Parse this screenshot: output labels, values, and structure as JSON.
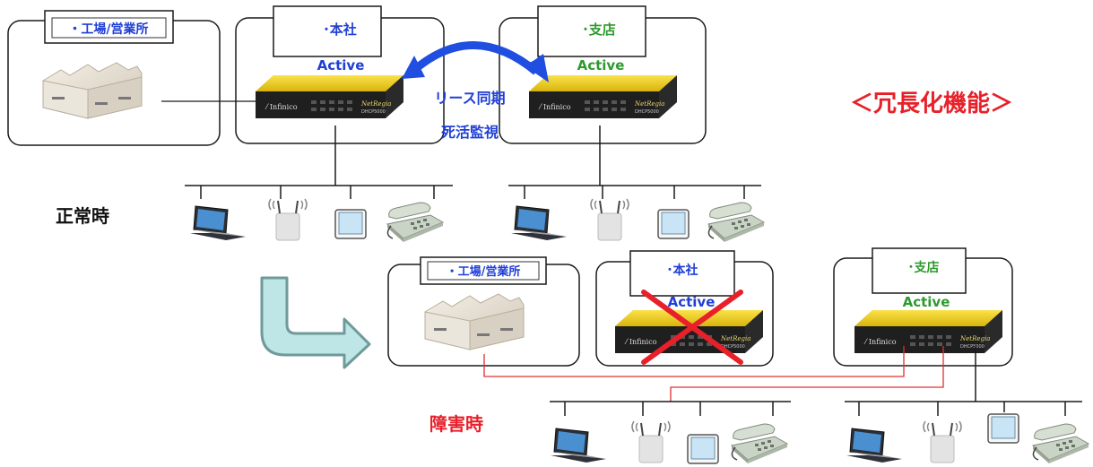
{
  "normal": {
    "state_label": "正常時",
    "factory_label": "・工場/営業所",
    "hq_label": "･本社",
    "hq_status": "Active",
    "branch_label": "･支店",
    "branch_status": "Active",
    "sync_line1": "リース同期",
    "sync_line2": "死活監視"
  },
  "failure": {
    "state_label": "障害時",
    "factory_label": "・工場/営業所",
    "hq_label": "･本社",
    "hq_status": "Active",
    "branch_label": "･支店",
    "branch_status": "Active"
  },
  "feature_title": "＜冗長化機能＞",
  "colors": {
    "blue_text": "#1f3fd6",
    "green_text": "#2e9a2e",
    "red": "#e8202a",
    "appliance_yellow": "#f2d21a",
    "arrow_blue": "#1f4ee0",
    "down_arrow_fill": "#bfe6e6",
    "down_arrow_stroke": "#6f9a9a"
  },
  "icons": [
    "factory-icon",
    "appliance-icon",
    "laptop-icon",
    "access-point-icon",
    "tablet-icon",
    "phone-icon"
  ]
}
